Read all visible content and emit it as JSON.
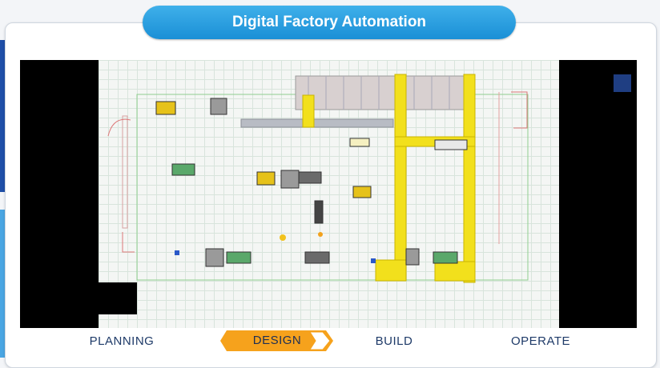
{
  "header": {
    "title": "Digital Factory Automation"
  },
  "tabs": [
    {
      "label": "PLANNING",
      "active": false
    },
    {
      "label": "DESIGN",
      "active": true
    },
    {
      "label": "BUILD",
      "active": false
    },
    {
      "label": "OPERATE",
      "active": false
    }
  ],
  "colors": {
    "title_bar": "#2ea2e2",
    "active_tab": "#f6a21c",
    "gantry": "#f2e01c",
    "tab_text": "#1e3a68"
  }
}
